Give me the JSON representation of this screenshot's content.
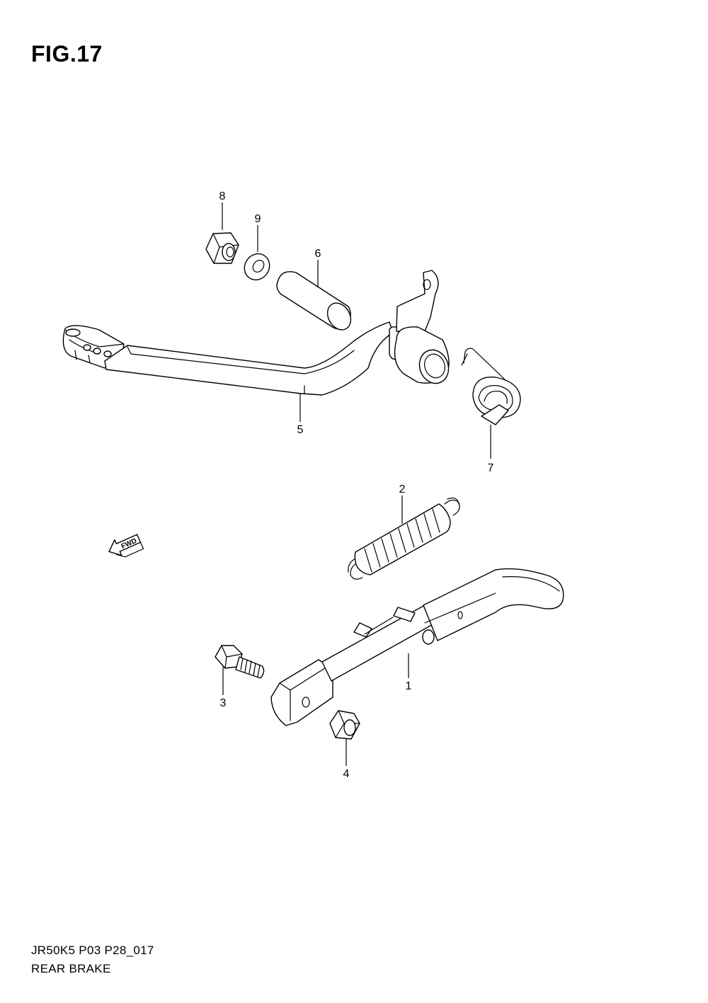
{
  "figure": {
    "title": "FIG.17"
  },
  "fwd_marker": {
    "label": "FWD",
    "icon": "forward-arrow-icon"
  },
  "callouts": [
    {
      "number": "1",
      "part": "rear-brake-arm"
    },
    {
      "number": "2",
      "part": "return-spring"
    },
    {
      "number": "3",
      "part": "bolt"
    },
    {
      "number": "4",
      "part": "nut"
    },
    {
      "number": "5",
      "part": "brake-pedal"
    },
    {
      "number": "6",
      "part": "pedal-shaft-sleeve"
    },
    {
      "number": "7",
      "part": "pedal-spring"
    },
    {
      "number": "8",
      "part": "nut"
    },
    {
      "number": "9",
      "part": "washer"
    }
  ],
  "footer": {
    "model_code": "JR50K5  P03  P28_017",
    "section_name": "REAR BRAKE"
  }
}
